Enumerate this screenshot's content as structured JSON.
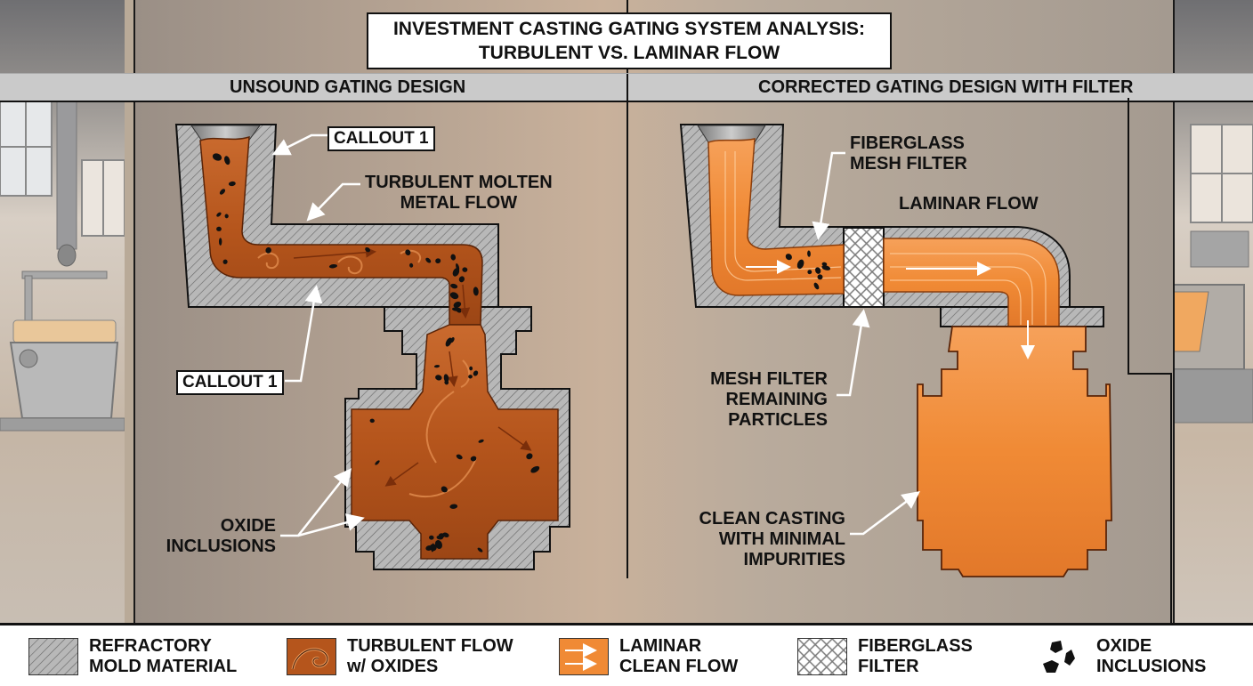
{
  "title": {
    "line1": "INVESTMENT CASTING GATING SYSTEM ANALYSIS:",
    "line2": "TURBULENT VS. LAMINAR FLOW"
  },
  "sections": {
    "left": "UNSOUND GATING DESIGN",
    "right": "CORRECTED GATING DESIGN WITH FILTER"
  },
  "left_panel": {
    "callout_top": "CALLOUT 1",
    "callout_bottom": "CALLOUT 1",
    "turbulent_label": [
      "TURBULENT MOLTEN",
      "METAL FLOW"
    ],
    "oxide_label": [
      "OXIDE",
      "INCLUSIONS"
    ]
  },
  "right_panel": {
    "filter_label": [
      "FIBERGLASS",
      "MESH FILTER"
    ],
    "laminar_label": "LAMINAR FLOW",
    "remaining_label": [
      "MESH FILTER",
      "REMAINING",
      "PARTICLES"
    ],
    "clean_label": [
      "CLEAN CASTING",
      "WITH MINIMAL",
      "IMPURITIES"
    ]
  },
  "legend": [
    {
      "icon": "refractory-hatch-icon",
      "line1": "REFRACTORY",
      "line2": "MOLD MATERIAL"
    },
    {
      "icon": "turbulent-swirl-icon",
      "line1": "TURBULENT FLOW",
      "line2": "w/ OXIDES"
    },
    {
      "icon": "laminar-arrows-icon",
      "line1": "LAMINAR",
      "line2": "CLEAN FLOW"
    },
    {
      "icon": "mesh-filter-icon",
      "line1": "FIBERGLASS",
      "line2": "FILTER"
    },
    {
      "icon": "oxide-particles-icon",
      "line1": "OXIDE",
      "line2": "INCLUSIONS"
    }
  ],
  "colors": {
    "refractory": "#b5b5b5",
    "turbulent_metal": "#b8571f",
    "laminar_metal": "#f08a35",
    "oxide": "#111111",
    "background": "#b9aa98"
  }
}
